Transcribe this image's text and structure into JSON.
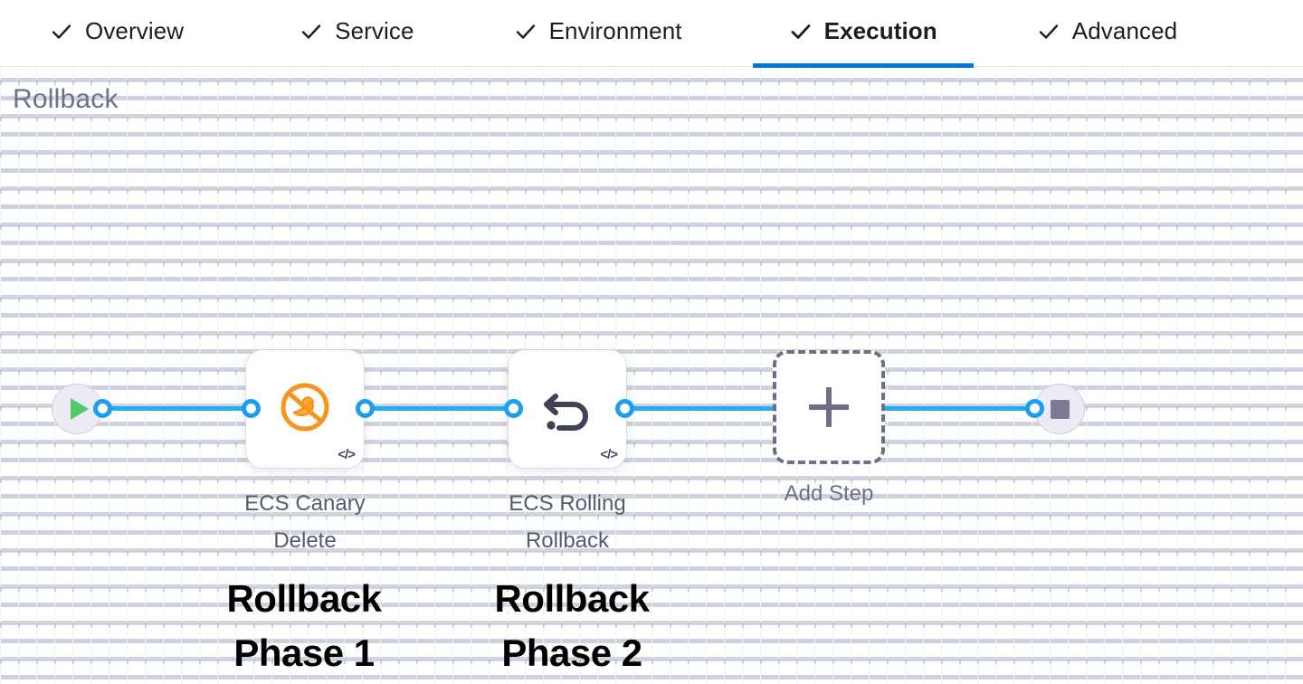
{
  "tabs": [
    {
      "label": "Overview",
      "icon": "check-icon",
      "active": false
    },
    {
      "label": "Service",
      "icon": "check-icon",
      "active": false
    },
    {
      "label": "Environment",
      "icon": "check-icon",
      "active": false
    },
    {
      "label": "Execution",
      "icon": "check-icon",
      "active": true
    },
    {
      "label": "Advanced",
      "icon": "check-icon",
      "active": false
    }
  ],
  "canvas": {
    "title": "Rollback"
  },
  "flow": {
    "start_node": {
      "icon": "play-icon"
    },
    "end_node": {
      "icon": "stop-icon"
    },
    "nodes": [
      {
        "label_line1": "ECS Canary",
        "label_line2": "Delete",
        "icon": "canary-delete-icon",
        "badge": "</>"
      },
      {
        "label_line1": "ECS Rolling",
        "label_line2": "Rollback",
        "icon": "rollback-undo-icon",
        "badge": "</>"
      }
    ],
    "add_step": {
      "label": "Add Step",
      "icon": "plus-icon"
    }
  },
  "annotations": [
    {
      "line1": "Rollback",
      "line2": "Phase 1"
    },
    {
      "line1": "Rollback",
      "line2": "Phase 2"
    }
  ],
  "colors": {
    "edge": "#20b0f2",
    "port": "#1b9df0",
    "active_tab_underline": "#0278d5",
    "canary_icon": "#f7941e",
    "play": "#53c96a",
    "stop": "#7b7b96",
    "title": "#6b7189"
  }
}
